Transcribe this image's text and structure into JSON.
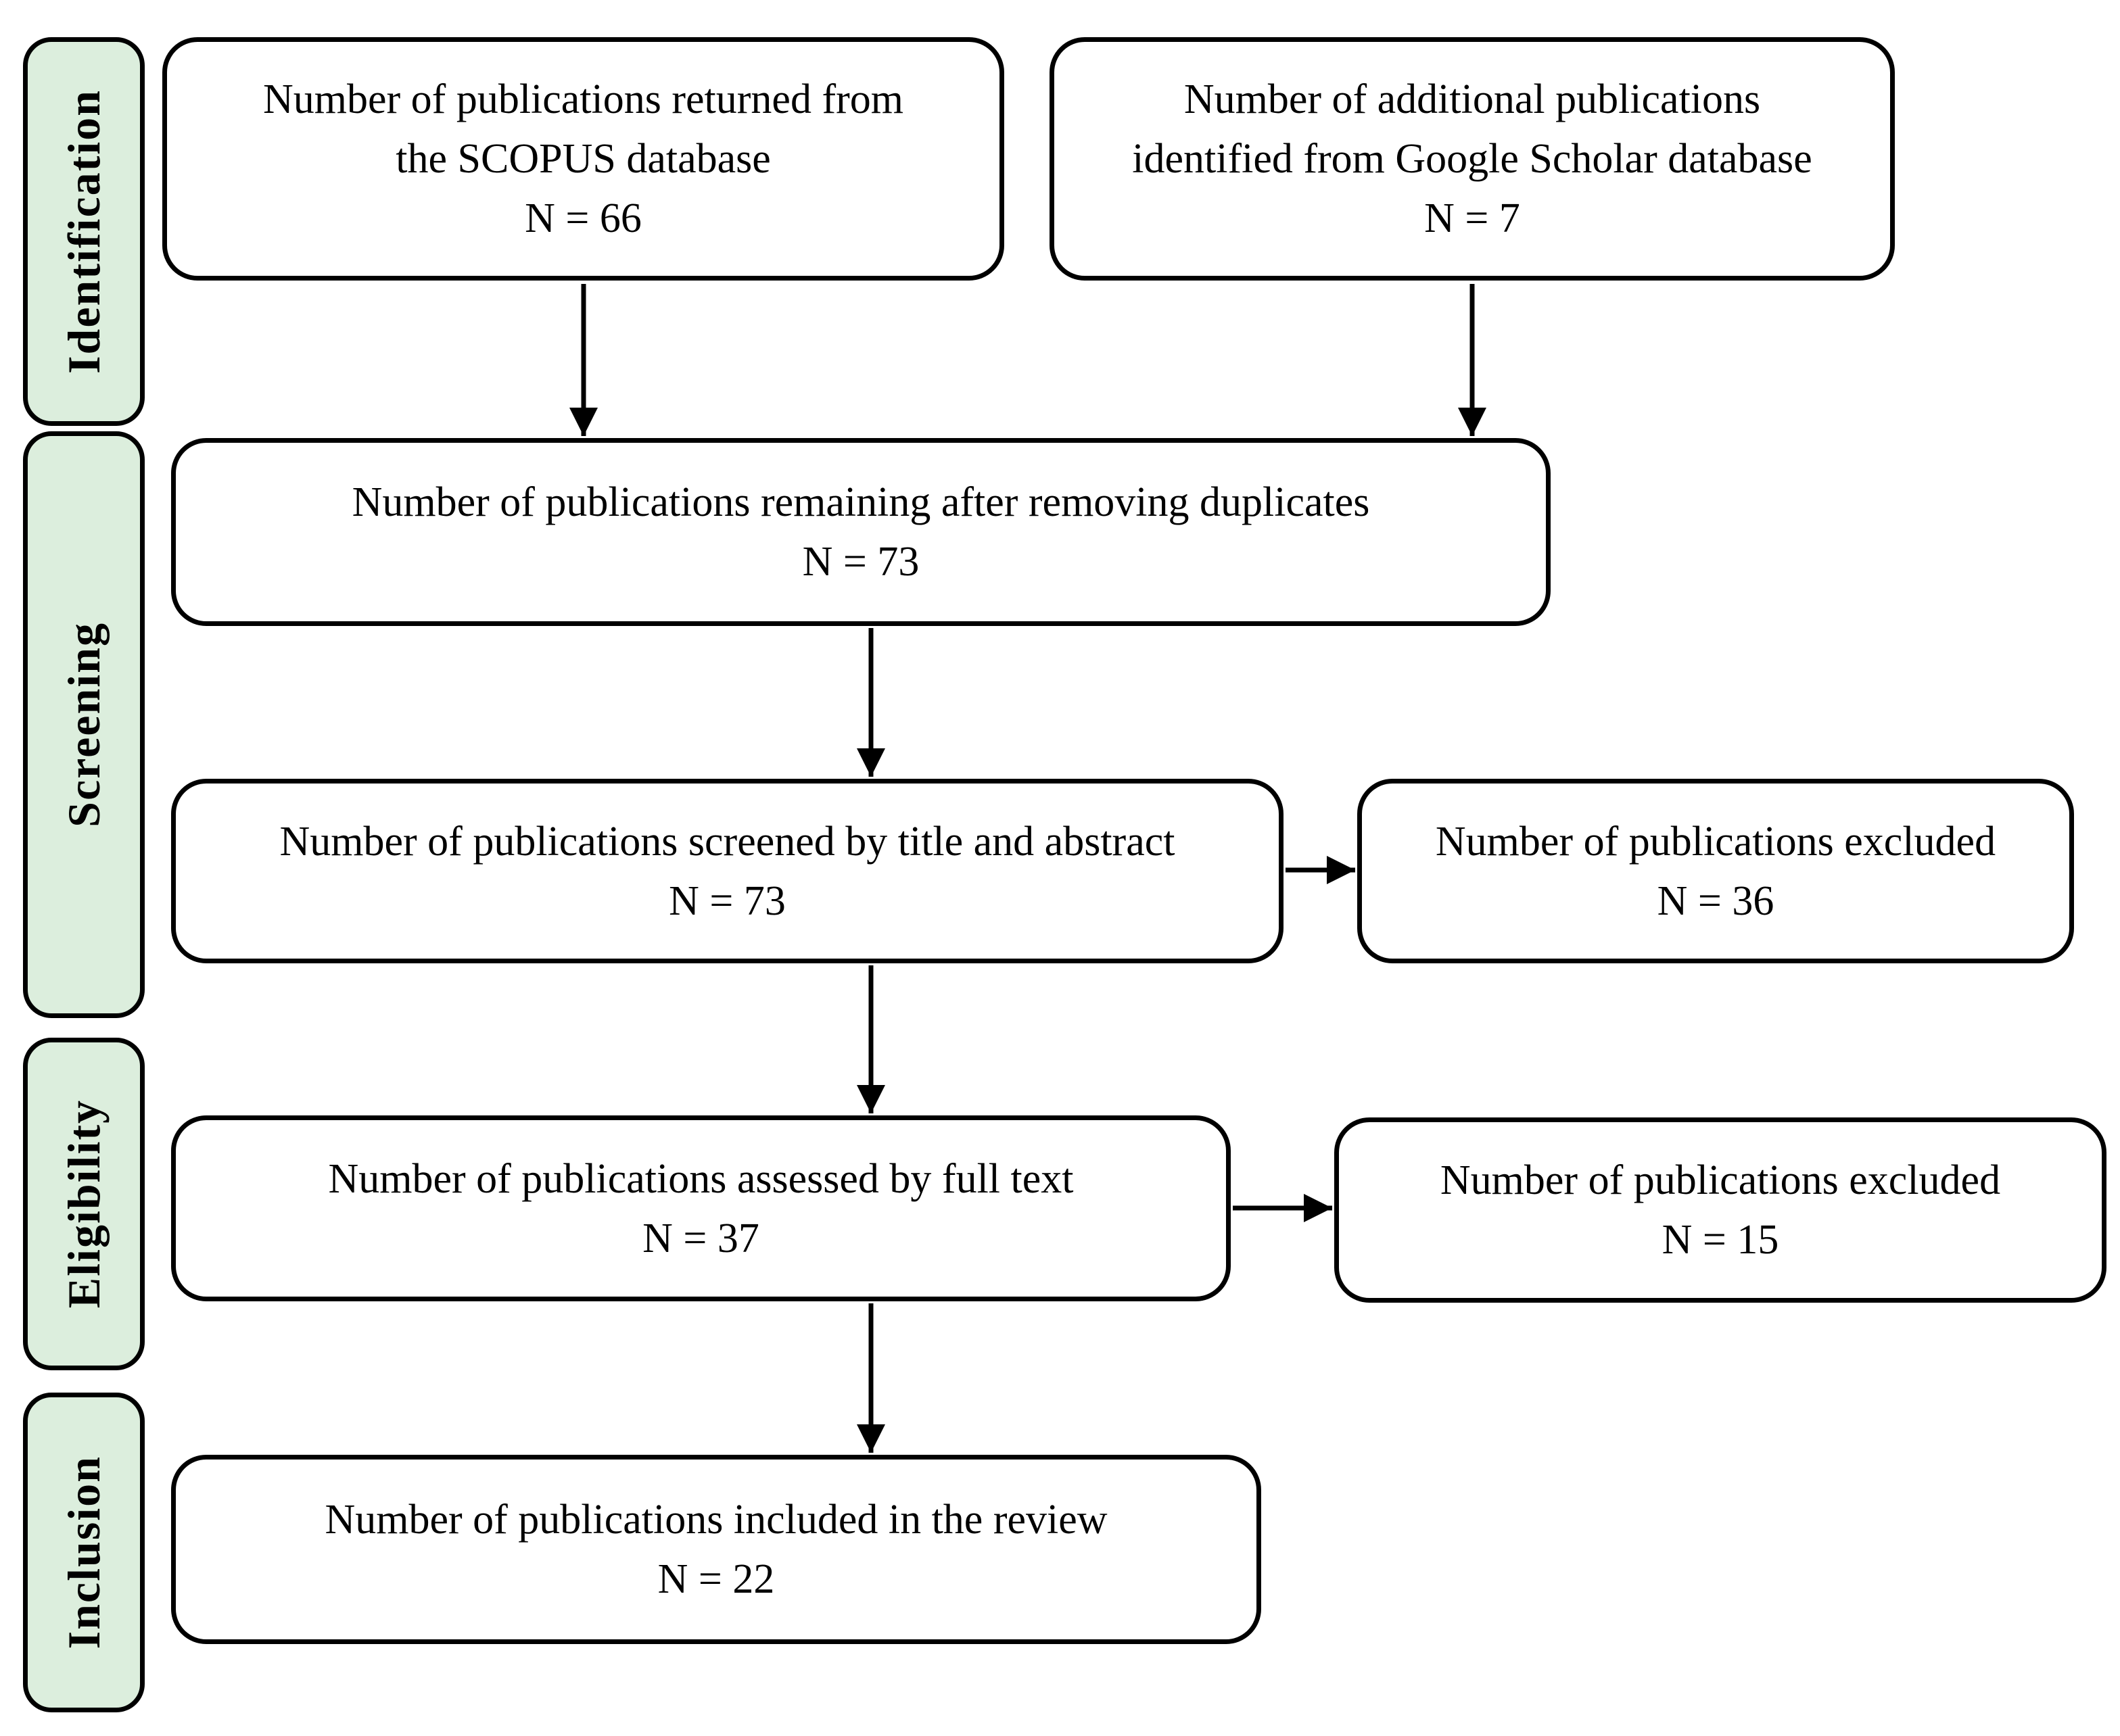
{
  "stages": {
    "identification": {
      "label": "Identification"
    },
    "screening": {
      "label": "Screening"
    },
    "eligibility": {
      "label": "Eligibility"
    },
    "inclusion": {
      "label": "Inclusion"
    }
  },
  "boxes": {
    "scopus": {
      "line1": "Number of publications returned from",
      "line2": "the SCOPUS database",
      "count": "N = 66"
    },
    "google_scholar": {
      "line1": "Number of additional publications",
      "line2": "identified from Google Scholar database",
      "count": "N = 7"
    },
    "deduplicated": {
      "line1": "Number of publications remaining after removing duplicates",
      "count": "N = 73"
    },
    "screened": {
      "line1": "Number of publications screened by title and abstract",
      "count": "N = 73"
    },
    "excluded_screening": {
      "line1": "Number of publications excluded",
      "count": "N = 36"
    },
    "full_text": {
      "line1": "Number of publications assessed by full text",
      "count": "N = 37"
    },
    "excluded_full_text": {
      "line1": "Number of publications excluded",
      "count": "N = 15"
    },
    "included": {
      "line1": "Number of publications included in the review",
      "count": "N = 22"
    }
  },
  "colors": {
    "stage_fill": "#dceedd",
    "box_fill": "#ffffff",
    "border": "#000000",
    "text": "#000000"
  }
}
